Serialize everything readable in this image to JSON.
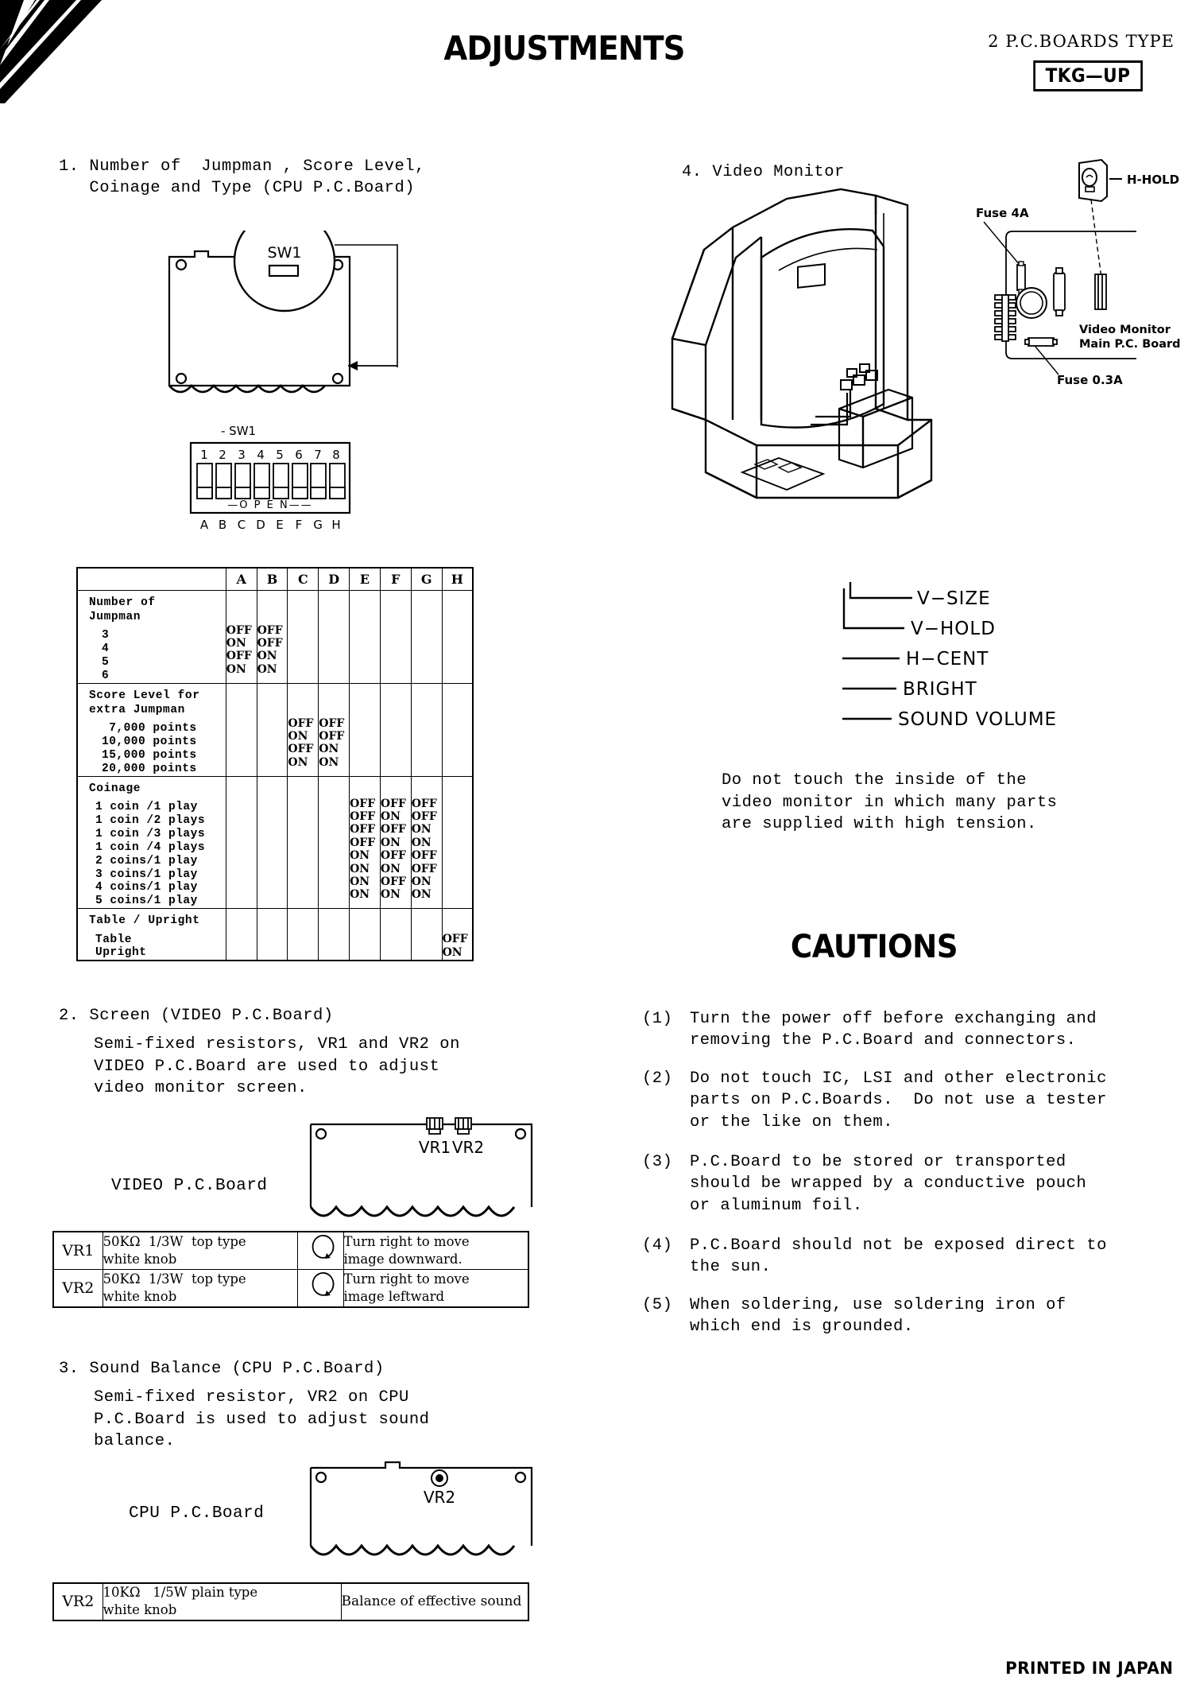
{
  "header": {
    "title": "ADJUSTMENTS",
    "type_line": "2 P.C.BOARDS TYPE",
    "type_badge": "TKG—UP"
  },
  "section1": {
    "heading_line1": "1. Number of  Jumpman , Score Level,",
    "heading_line2": "   Coinage and Type (CPU P.C.Board)",
    "board_callout": "SW1",
    "dip_label": "- SW1",
    "dip_open_label": "—OPEN—",
    "dip_numbers": [
      "1",
      "2",
      "3",
      "4",
      "5",
      "6",
      "7",
      "8"
    ],
    "dip_letters": [
      "A",
      "B",
      "C",
      "D",
      "E",
      "F",
      "G",
      "H"
    ]
  },
  "dip_table": {
    "columns": [
      "A",
      "B",
      "C",
      "D",
      "E",
      "F",
      "G",
      "H"
    ],
    "groups": [
      {
        "title": "Number of\nJumpman",
        "rows": [
          "3",
          "4",
          "5",
          "6"
        ],
        "settings": {
          "A": "OFF\nON\nOFF\nON",
          "B": "OFF\nOFF\nON\nON"
        }
      },
      {
        "title": "Score Level for\nextra Jumpman",
        "rows": [
          "7,000 points",
          "10,000 points",
          "15,000 points",
          "20,000 points"
        ],
        "settings": {
          "C": "OFF\nON\nOFF\nON",
          "D": "OFF\nOFF\nON\nON"
        }
      },
      {
        "title": "Coinage",
        "rows": [
          "1 coin /1 play",
          "1 coin /2 plays",
          "1 coin /3 plays",
          "1 coin /4 plays",
          "2 coins/1 play",
          "3 coins/1 play",
          "4 coins/1 play",
          "5 coins/1 play"
        ],
        "settings": {
          "E": "OFF\nOFF\nOFF\nOFF\nON\nON\nON\nON",
          "F": "OFF\nON\nOFF\nON\nOFF\nON\nOFF\nON",
          "G": "OFF\nOFF\nON\nON\nOFF\nOFF\nON\nON"
        }
      },
      {
        "title": "Table / Upright",
        "rows": [
          "Table",
          "Upright"
        ],
        "settings": {
          "H": "OFF\nON"
        }
      }
    ]
  },
  "section2": {
    "heading": "2. Screen (VIDEO P.C.Board)",
    "body": "Semi-fixed resistors, VR1 and VR2 on\nVIDEO P.C.Board are used to adjust\nvideo monitor screen.",
    "board_label": "VIDEO P.C.Board",
    "pot_labels": [
      "VR1",
      "VR2"
    ],
    "vr_table": [
      {
        "id": "VR1",
        "spec": "50KΩ  1/3W  top type\nwhite knob",
        "icon": "rotate-cw-icon",
        "desc": "Turn right to move\nimage downward."
      },
      {
        "id": "VR2",
        "spec": "50KΩ  1/3W  top type\nwhite knob",
        "icon": "rotate-cw-icon",
        "desc": "Turn right to move\nimage leftward"
      }
    ]
  },
  "section3": {
    "heading": "3. Sound Balance (CPU P.C.Board)",
    "body": "Semi-fixed resistor, VR2 on CPU\nP.C.Board is used to adjust sound\nbalance.",
    "board_label": "CPU P.C.Board",
    "pot_label": "VR2",
    "vr_table": [
      {
        "id": "VR2",
        "spec": "10KΩ   1/5W plain type\nwhite knob",
        "desc": "Balance of effective sound"
      }
    ]
  },
  "section4": {
    "heading": "4. Video Monitor",
    "inset": {
      "h_hold": "H-HOLD",
      "fuse_top": "Fuse  4A",
      "fuse_bottom": "Fuse 0.3A",
      "board_label": "Video Monitor\nMain P.C. Board"
    },
    "controls": [
      "V−SIZE",
      "V−HOLD",
      "H−CENT",
      "BRIGHT",
      "SOUND VOLUME"
    ],
    "warning": "Do not touch the inside of the\nvideo monitor in which many parts\nare supplied with high tension."
  },
  "cautions": {
    "title": "CAUTIONS",
    "items": [
      {
        "num": "(1)",
        "text": "Turn the power off before exchanging and\nremoving the P.C.Board and connectors."
      },
      {
        "num": "(2)",
        "text": "Do not touch IC, LSI and other electronic\nparts on P.C.Boards.  Do not use a tester\nor the like on them."
      },
      {
        "num": "(3)",
        "text": "P.C.Board to be stored or transported\nshould be wrapped by a conductive pouch\nor aluminum foil."
      },
      {
        "num": "(4)",
        "text": "P.C.Board should not be exposed direct to\nthe sun."
      },
      {
        "num": "(5)",
        "text": "When soldering, use soldering iron of\nwhich end is grounded."
      }
    ]
  },
  "footer": {
    "printed_in": "PRINTED IN JAPAN"
  }
}
